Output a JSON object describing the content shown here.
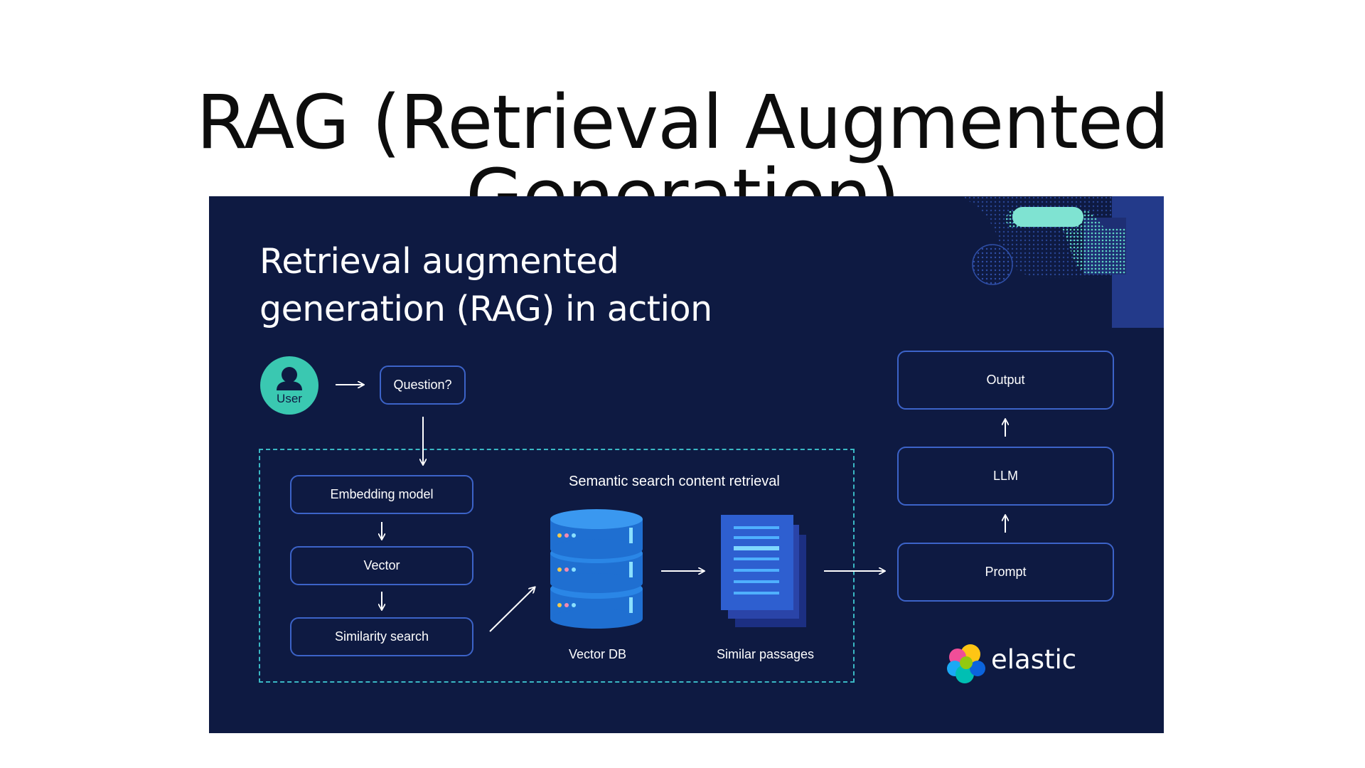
{
  "slide": {
    "title": "RAG (Retrieval Augmented Generation)"
  },
  "diagram": {
    "title_line1": "Retrieval augmented",
    "title_line2": "generation (RAG) in action",
    "user_label": "User",
    "question_label": "Question?",
    "retrieval_label": "Semantic search content retrieval",
    "embedding_label": "Embedding model",
    "vector_label": "Vector",
    "similarity_label": "Similarity search",
    "vectordb_label": "Vector DB",
    "passages_label": "Similar passages",
    "output_label": "Output",
    "llm_label": "LLM",
    "prompt_label": "Prompt",
    "brand_label": "elastic"
  },
  "colors": {
    "panel_background": "#0e1a42",
    "box_border": "#3c63c8",
    "accent_teal": "#3ac8b1",
    "dashed_border": "#3ab8c4"
  }
}
